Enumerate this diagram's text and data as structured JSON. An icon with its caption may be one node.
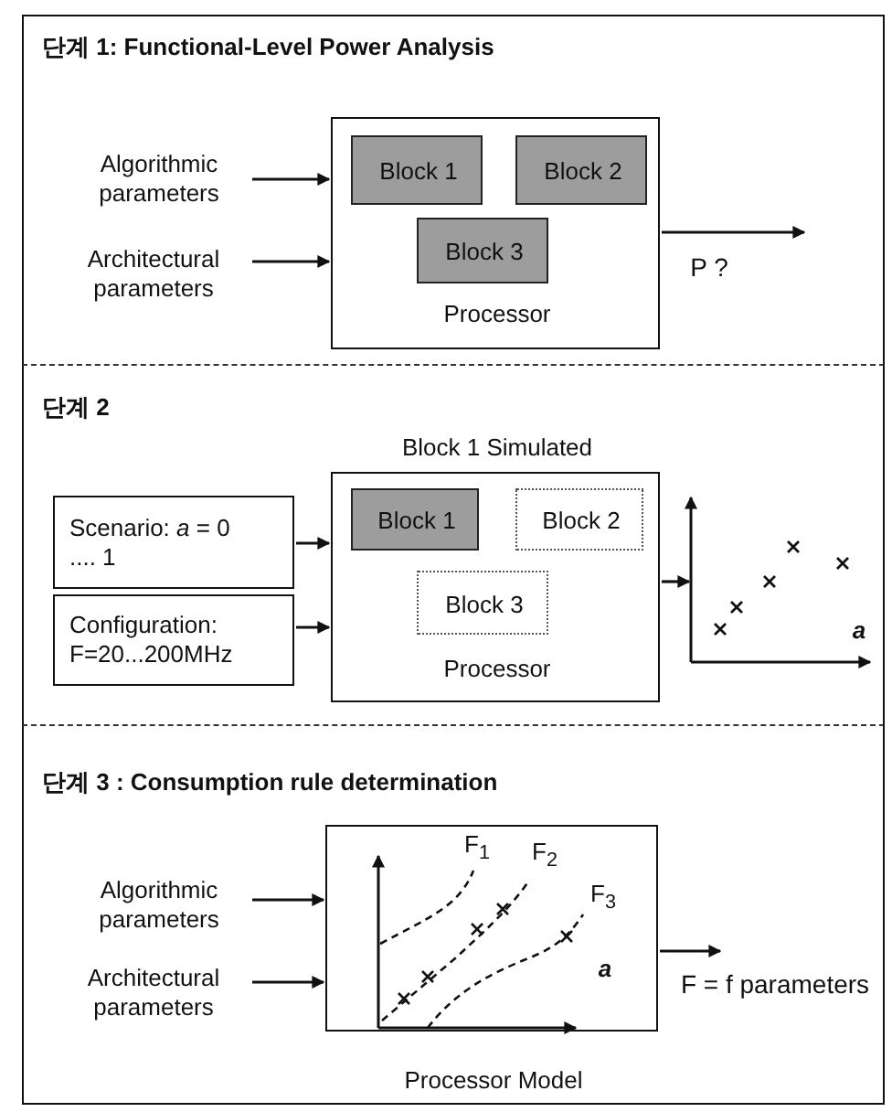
{
  "diagram": {
    "nodes": [
      {
        "text": [
          "단계 1: Functional-Level Power Analysis"
        ]
      },
      {
        "text": [
          "Algorithmic parameters"
        ],
        "in": 0
      },
      {
        "text": [
          "Architectural parameters"
        ],
        "in": 0
      },
      {
        "text": [
          "Processor"
        ],
        "in": 0
      },
      {
        "text": [
          "Block 1"
        ],
        "in": 3
      },
      {
        "text": [
          "Block 2"
        ],
        "in": 3
      },
      {
        "text": [
          "Block 3"
        ],
        "in": 3
      },
      {
        "text": [
          "단계 2"
        ]
      },
      {
        "text": [
          "Scenario: *a* = 0 .... 1"
        ],
        "in": 7
      },
      {
        "text": [
          "Configuration: F=20...200MHz"
        ],
        "in": 7
      },
      {
        "text": [
          "Block 1 Simulated",
          "Processor"
        ],
        "in": 7
      },
      {
        "text": [
          "Block 1"
        ],
        "in": 10
      },
      {
        "text": [
          "Block 2"
        ],
        "in": 10
      },
      {
        "text": [
          "Block 3"
        ],
        "in": 10
      },
      {
        "text": [
          "a"
        ],
        "in": 7
      },
      {
        "text": [
          "단계 3 : Consumption rule determination"
        ]
      },
      {
        "text": [
          "Algorithmic parameters"
        ],
        "in": 15
      },
      {
        "text": [
          "Architectural parameters"
        ],
        "in": 15
      },
      {
        "text": [
          "F$_{1}$",
          "F$_{2}$",
          "F$_{3}$",
          "a",
          "Processor Model"
        ],
        "in": 15
      }
    ],
    "edges": [
      {
        "from": 1,
        "to": 3,
        "arrow": "to"
      },
      {
        "from": 2,
        "to": 3,
        "arrow": "to"
      },
      {
        "from": 3,
        "to": null,
        "arrow": "to",
        "label": "P ?"
      },
      {
        "from": 8,
        "to": 10,
        "arrow": "to"
      },
      {
        "from": 9,
        "to": 10,
        "arrow": "to"
      },
      {
        "from": 10,
        "to": 14,
        "arrow": "to"
      },
      {
        "from": 16,
        "to": 18,
        "arrow": "to"
      },
      {
        "from": 17,
        "to": 18,
        "arrow": "to"
      },
      {
        "from": 18,
        "to": null,
        "arrow": "to",
        "label": "F = f parameters"
      }
    ]
  }
}
